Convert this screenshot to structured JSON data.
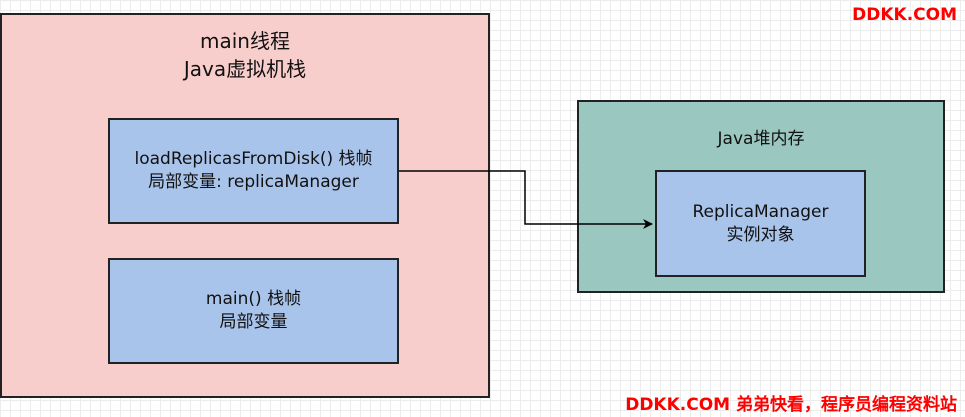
{
  "stack": {
    "title_line1": "main线程",
    "title_line2": "Java虚拟机栈",
    "frames": [
      {
        "line1": "loadReplicasFromDisk() 栈帧",
        "line2": "局部变量: replicaManager"
      },
      {
        "line1": "main() 栈帧",
        "line2": "局部变量"
      }
    ]
  },
  "heap": {
    "title": "Java堆内存",
    "object_line1": "ReplicaManager",
    "object_line2": "实例对象"
  },
  "watermark": {
    "top": "DDKK.COM",
    "bottom": "DDKK.COM 弟弟快看，程序员编程资料站"
  },
  "colors": {
    "stack_fill": "#f8cecc",
    "frame_fill": "#a9c4eb",
    "heap_fill": "#9ac7bf",
    "watermark": "#ff0000"
  }
}
